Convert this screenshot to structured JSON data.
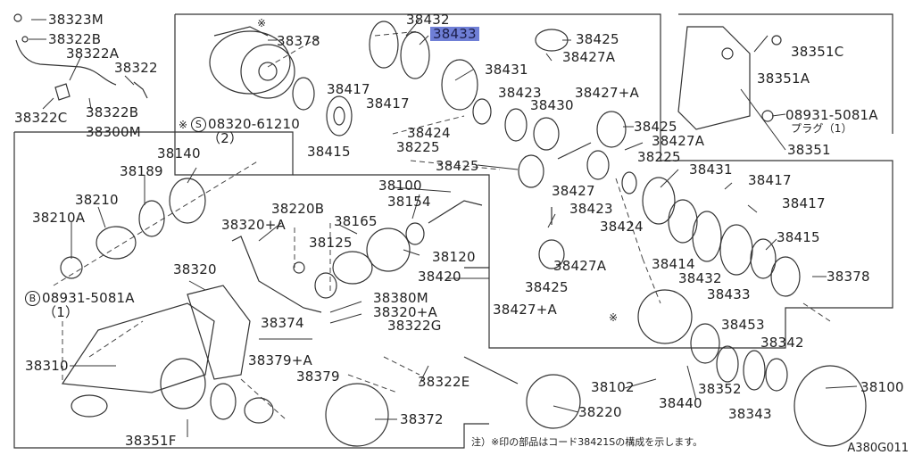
{
  "diagram_code": "A380G011",
  "footnote": "注）※印の部品はコード38421Sの構成を示します。",
  "star_mark": "※",
  "labels": {
    "p38323M": "38323M",
    "p38322B_top": "38322B",
    "p38322A": "38322A",
    "p38322": "38322",
    "p38322B_low": "38322B",
    "p38322C": "38322C",
    "p38300M": "38300M",
    "p38378_top": "38378",
    "p38432_top": "38432",
    "p38433_top": "38433",
    "p38425_top": "38425",
    "p38427A_top": "38427A",
    "p38431_top": "38431",
    "p38417_a": "38417",
    "p38417_b": "38417",
    "p38427plusA_top": "38427+A",
    "p38423_top": "38423",
    "p38430": "38430",
    "p38424_top": "38424",
    "p38225_top": "38225",
    "p38425_mid": "38425",
    "p38427A_mid": "38427A",
    "p38225_mid": "38225",
    "p38425_left": "38425",
    "p38431_mid": "38431",
    "p38427": "38427",
    "p38423_mid": "38423",
    "p38417_c": "38417",
    "p38417_d": "38417",
    "p38424_mid": "38424",
    "p38415_top": "38415",
    "p38415_mid": "38415",
    "p38414": "38414",
    "p38432_mid": "38432",
    "p38378_mid": "38378",
    "p38433_mid": "38433",
    "p38425_low": "38425",
    "p38427A_low": "38427A",
    "p38427plusA_low": "38427+A",
    "p38351C": "38351C",
    "p38351A": "38351A",
    "p38351": "38351",
    "p08931_top_prefix": "08931-5081A",
    "p08931_top_sub": "プラグ（1）",
    "p08320": "08320-61210",
    "p08320_qty": "（2）",
    "p38140": "38140",
    "p38189": "38189",
    "p38210": "38210",
    "p38210A": "38210A",
    "p38220B": "38220B",
    "p38320plusA_a": "38320+A",
    "p38165": "38165",
    "p38125": "38125",
    "p38100_top": "38100",
    "p38154": "38154",
    "p38120": "38120",
    "p38420": "38420",
    "p38320": "38320",
    "p08931_low": "08931-5081A",
    "p08931_low_qty": "（1）",
    "p38380M": "38380M",
    "p38320plusA_b": "38320+A",
    "p38374": "38374",
    "p38322G": "38322G",
    "p38379plusA": "38379+A",
    "p38379": "38379",
    "p38310": "38310",
    "p38322E": "38322E",
    "p38372": "38372",
    "p38351F": "38351F",
    "p38220": "38220",
    "p38453": "38453",
    "p38342": "38342",
    "p38102": "38102",
    "p38440": "38440",
    "p38352": "38352",
    "p38343": "38343",
    "p38100_low": "38100"
  },
  "circle_marks": {
    "s": "S",
    "b": "B"
  }
}
